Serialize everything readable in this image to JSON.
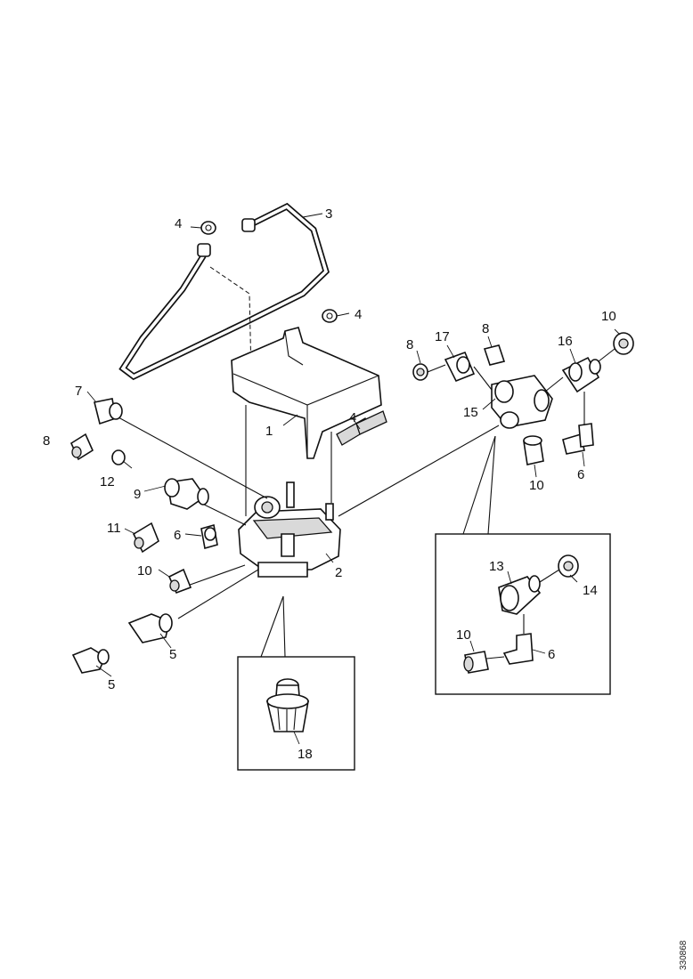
{
  "drawing_id": "330868",
  "callouts": [
    {
      "id": "c1",
      "text": "1"
    },
    {
      "id": "c2",
      "text": "2"
    },
    {
      "id": "c3",
      "text": "3"
    },
    {
      "id": "c4a",
      "text": "4"
    },
    {
      "id": "c4b",
      "text": "4"
    },
    {
      "id": "c4c",
      "text": "4"
    },
    {
      "id": "c5a",
      "text": "5"
    },
    {
      "id": "c5b",
      "text": "5"
    },
    {
      "id": "c6a",
      "text": "6"
    },
    {
      "id": "c6b",
      "text": "6"
    },
    {
      "id": "c6c",
      "text": "6"
    },
    {
      "id": "c7",
      "text": "7"
    },
    {
      "id": "c8a",
      "text": "8"
    },
    {
      "id": "c8b",
      "text": "8"
    },
    {
      "id": "c8c",
      "text": "8"
    },
    {
      "id": "c9",
      "text": "9"
    },
    {
      "id": "c10a",
      "text": "10"
    },
    {
      "id": "c10b",
      "text": "10"
    },
    {
      "id": "c10c",
      "text": "10"
    },
    {
      "id": "c10d",
      "text": "10"
    },
    {
      "id": "c11",
      "text": "11"
    },
    {
      "id": "c12",
      "text": "12"
    },
    {
      "id": "c13",
      "text": "13"
    },
    {
      "id": "c14",
      "text": "14"
    },
    {
      "id": "c15",
      "text": "15"
    },
    {
      "id": "c16",
      "text": "16"
    },
    {
      "id": "c17",
      "text": "17"
    },
    {
      "id": "c18",
      "text": "18"
    }
  ]
}
